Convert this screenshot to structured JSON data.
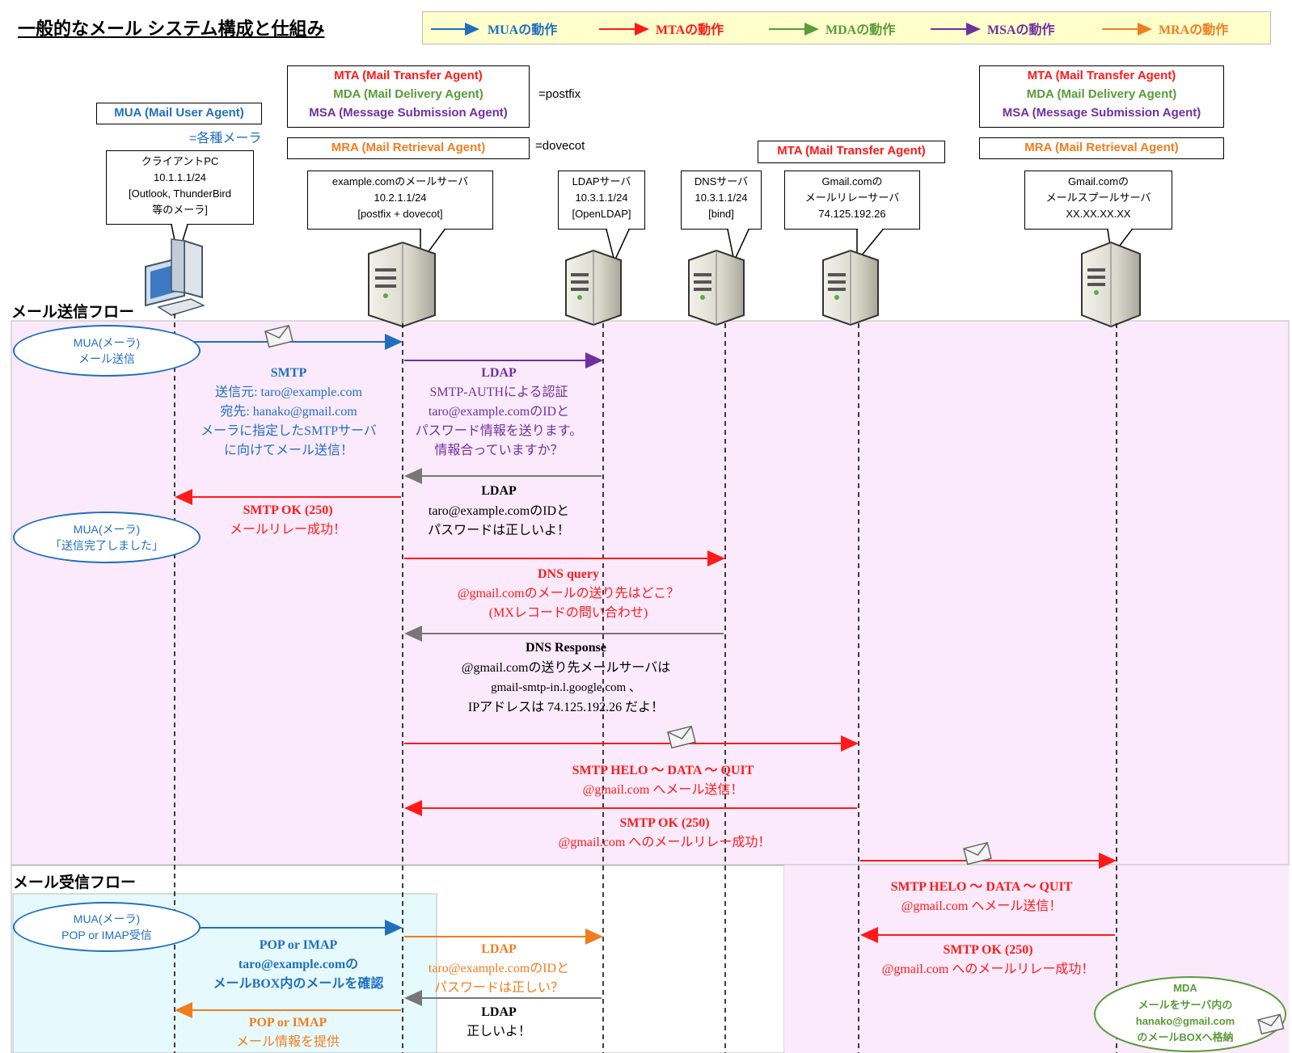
{
  "title": "一般的なメール システム構成と仕組み",
  "legend": [
    {
      "label": "MUAの動作",
      "color": "#1f6fbf"
    },
    {
      "label": "MTAの動作",
      "color": "#ff1a1a"
    },
    {
      "label": "MDAの動作",
      "color": "#5a9a3a"
    },
    {
      "label": "MSAの動作",
      "color": "#7030a0"
    },
    {
      "label": "MRAの動作",
      "color": "#f07d20"
    }
  ],
  "agent_boxes": {
    "left_mta": "MTA (Mail Transfer Agent)",
    "left_mda": "MDA (Mail Delivery Agent)",
    "left_msa": "MSA (Message Submission Agent)",
    "left_postfix": "=postfix",
    "left_mra": "MRA (Mail Retrieval Agent)",
    "left_dovecot": "=dovecot",
    "mua": "MUA (Mail User Agent)",
    "mua_note": "=各種メーラ",
    "relay_mta": "MTA (Mail Transfer Agent)",
    "right_mta": "MTA (Mail Transfer Agent)",
    "right_mda": "MDA (Mail Delivery Agent)",
    "right_msa": "MSA (Message Submission Agent)",
    "right_mra": "MRA (Mail Retrieval Agent)"
  },
  "nodes": {
    "client": [
      "クライアントPC",
      "10.1.1.1/24",
      "[Outlook, ThunderBird",
      "等のメーラ]"
    ],
    "mailserver": [
      "example.comのメールサーバ",
      "10.2.1.1/24",
      "[postfix + dovecot]"
    ],
    "ldap": [
      "LDAPサーバ",
      "10.3.1.1/24",
      "[OpenLDAP]"
    ],
    "dns": [
      "DNSサーバ",
      "10.3.1.1/24",
      "[bind]"
    ],
    "relay": [
      "Gmail.comの",
      "メールリレーサーバ",
      "74.125.192.26"
    ],
    "spool": [
      "Gmail.comの",
      "メールスプールサーバ",
      "XX.XX.XX.XX"
    ]
  },
  "sections": {
    "send": "メール送信フロー",
    "receive": "メール受信フロー"
  },
  "send_flow": {
    "mua_send": [
      "MUA(メーラ)",
      "メール送信"
    ],
    "mua_done": [
      "MUA(メーラ)",
      "「送信完了しました」"
    ],
    "smtp_title": "SMTP",
    "smtp_lines": [
      "送信元: taro@example.com",
      "宛先: hanako@gmail.com",
      "メーラに指定したSMTPサーバ",
      "に向けてメール送信！"
    ],
    "ldap_req_title": "LDAP",
    "ldap_req_lines": [
      "SMTP-AUTHによる認証",
      "taro@example.comのIDと",
      "パスワード情報を送ります。",
      "情報合っていますか？"
    ],
    "ldap_res_title": "LDAP",
    "ldap_res_lines": [
      "taro@example.comのIDと",
      "パスワードは正しいよ！"
    ],
    "smtp_ok_title": "SMTP OK (250)",
    "smtp_ok_line": "メールリレー成功！",
    "dns_q_title": "DNS query",
    "dns_q_lines": [
      "@gmail.comのメールの送り先はどこ？",
      "(MXレコードの問い合わせ)"
    ],
    "dns_r_title": "DNS Response",
    "dns_r_lines": [
      "@gmail.comの送り先メールサーバは",
      "gmail-smtp-in.l.google.com 、",
      "IPアドレスは 74.125.192.26 だよ！"
    ],
    "helo_title": "SMTP HELO ～ DATA ～ QUIT",
    "helo_line": "@gmail.com へメール送信！",
    "ok2_title": "SMTP OK (250)",
    "ok2_line": "@gmail.com へのメールリレー成功！",
    "helo2_title": "SMTP HELO ～ DATA ～ QUIT",
    "helo2_line": "@gmail.com へメール送信！",
    "ok3_title": "SMTP OK (250)",
    "ok3_line": "@gmail.com へのメールリレー成功！",
    "mda_lines": [
      "MDA",
      "メールをサーバ内の",
      "hanako@gmail.com",
      "のメールBOXへ格納"
    ]
  },
  "recv_flow": {
    "mua_recv": [
      "MUA(メーラ)",
      "POP or IMAP受信"
    ],
    "pop_title": "POP or IMAP",
    "pop_lines": [
      "taro@example.comの",
      "メールBOX内のメールを確認"
    ],
    "ldap_q_title": "LDAP",
    "ldap_q_lines": [
      "taro@example.comのIDと",
      "パスワードは正しい？"
    ],
    "ldap_r_title": "LDAP",
    "ldap_r_line": "正しいよ！",
    "pop_r_title": "POP or IMAP",
    "pop_r_line": "メール情報を提供"
  }
}
